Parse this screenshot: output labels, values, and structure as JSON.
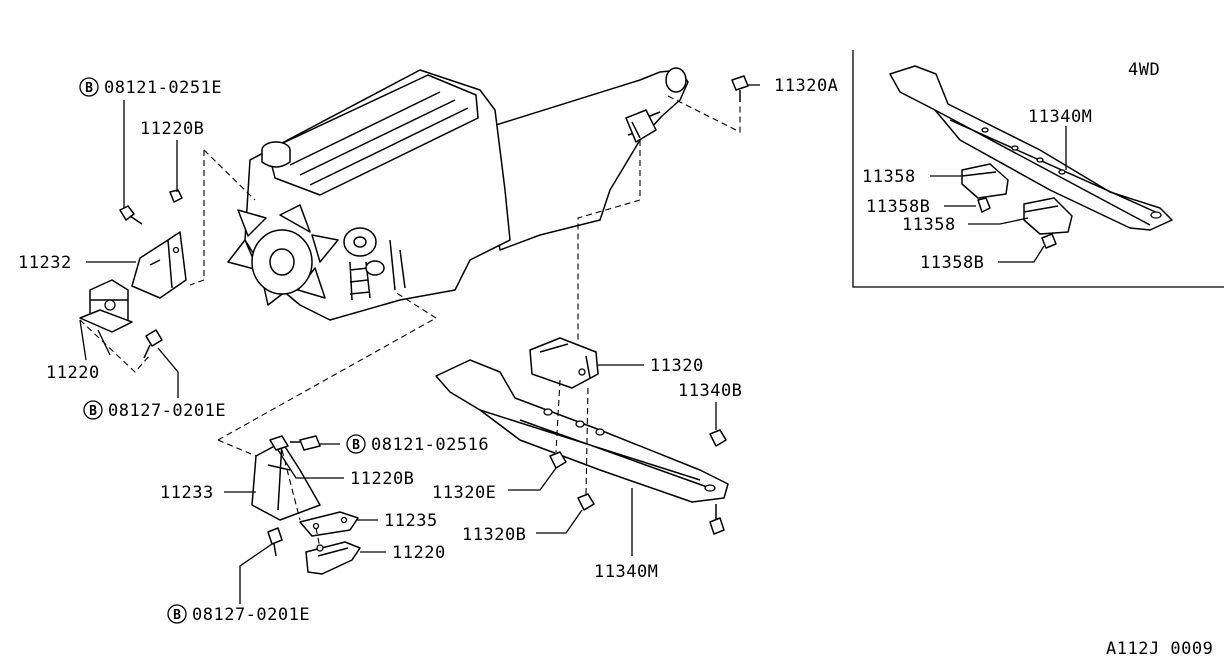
{
  "variant_label": "4WD",
  "diagram_code": "A112J 0009",
  "bolt_symbol": "B",
  "callouts": {
    "bolt_top_left": "08121-0251E",
    "bolt_left_lower": "08127-0201E",
    "bolt_center": "08121-02516",
    "bolt_bottom": "08127-0201E",
    "p_11320A": "11320A",
    "p_11220B_top": "11220B",
    "p_11232": "11232",
    "p_11220_left": "11220",
    "p_11320": "11320",
    "p_11340B": "11340B",
    "p_11320E": "11320E",
    "p_11320B": "11320B",
    "p_11340M_main": "11340M",
    "p_11220B_mid": "11220B",
    "p_11233": "11233",
    "p_11235": "11235",
    "p_11220_bottom": "11220",
    "inset_11340M": "11340M",
    "inset_11358_a": "11358",
    "inset_11358B_a": "11358B",
    "inset_11358_b": "11358",
    "inset_11358B_b": "11358B"
  }
}
